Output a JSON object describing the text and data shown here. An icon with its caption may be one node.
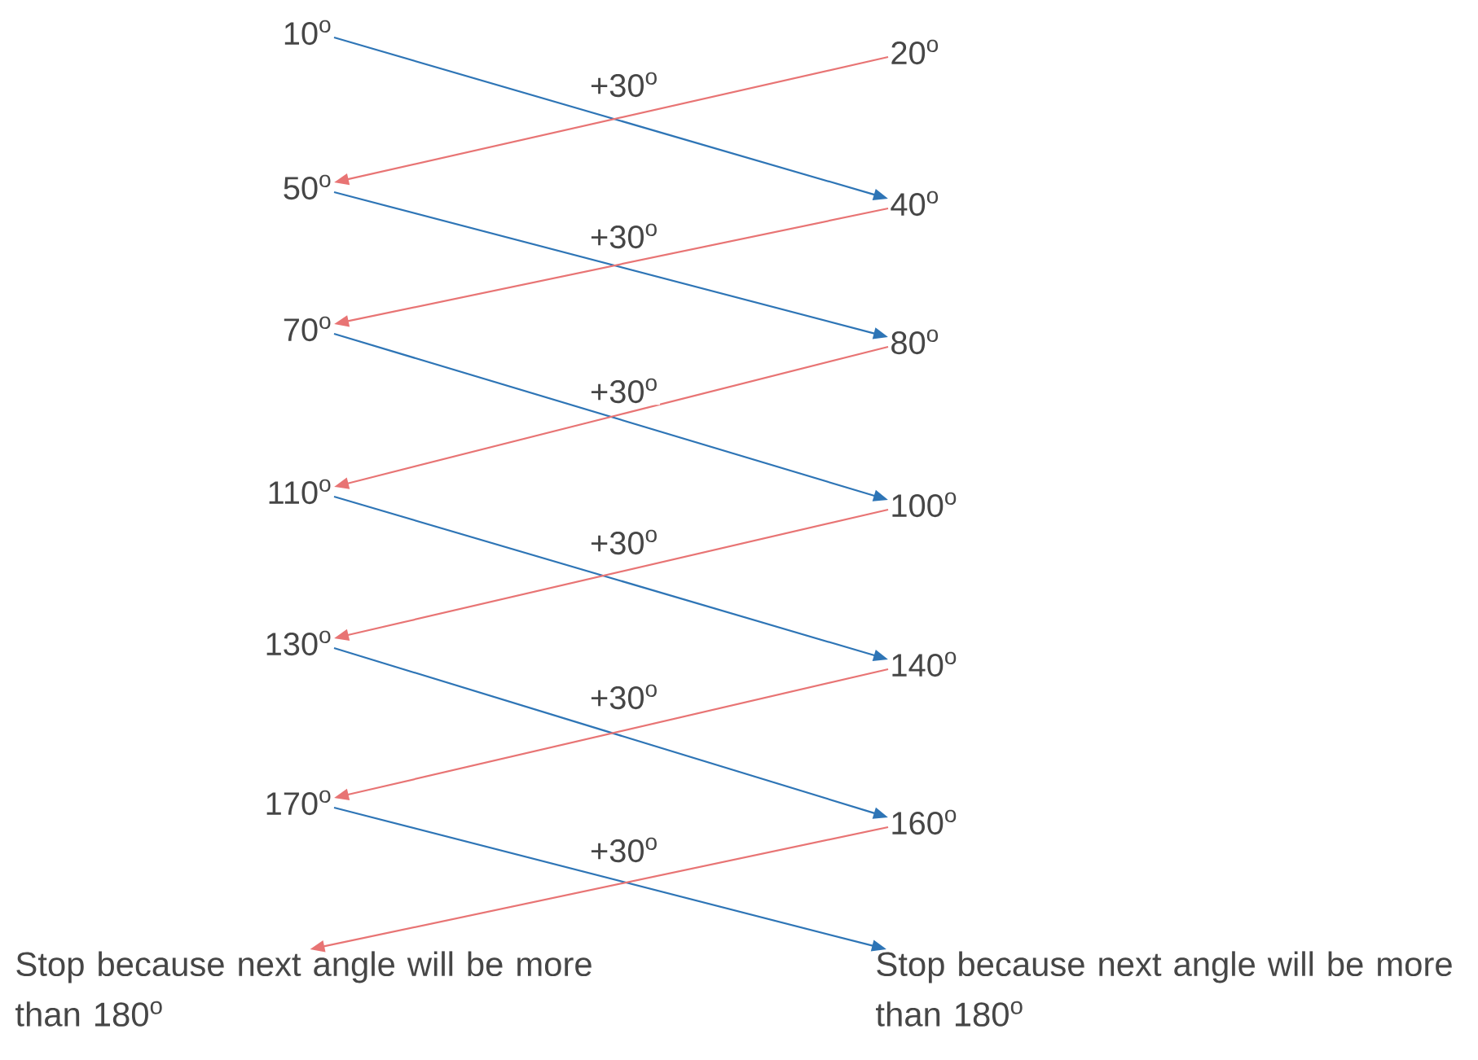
{
  "diagram": {
    "nodes": [
      {
        "text": [
          "10$^{o}$"
        ]
      },
      {
        "text": [
          "20$^{o}$"
        ]
      },
      {
        "text": [
          "50$^{o}$"
        ]
      },
      {
        "text": [
          "40$^{o}$"
        ]
      },
      {
        "text": [
          "70$^{o}$"
        ]
      },
      {
        "text": [
          "80$^{o}$"
        ]
      },
      {
        "text": [
          "110$^{o}$"
        ]
      },
      {
        "text": [
          "100$^{o}$"
        ]
      },
      {
        "text": [
          "130$^{o}$"
        ]
      },
      {
        "text": [
          "140$^{o}$"
        ]
      },
      {
        "text": [
          "170$^{o}$"
        ]
      },
      {
        "text": [
          "160$^{o}$"
        ]
      },
      {
        "text": [
          "Stop because next angle will be more than 180$^{o}$"
        ]
      },
      {
        "text": [
          "Stop because next angle will be more than 180$^{o}$"
        ]
      }
    ],
    "edges": [
      {
        "from": 0,
        "to": 3,
        "arrow": "to",
        "label": "+30$^{o}$",
        "color": "#2e75b6"
      },
      {
        "from": 1,
        "to": 2,
        "arrow": "to",
        "color": "#e87474"
      },
      {
        "from": 2,
        "to": 5,
        "arrow": "to",
        "label": "+30$^{o}$",
        "color": "#2e75b6"
      },
      {
        "from": 3,
        "to": 4,
        "arrow": "to",
        "color": "#e87474"
      },
      {
        "from": 4,
        "to": 7,
        "arrow": "to",
        "label": "+30$^{o}$",
        "color": "#2e75b6"
      },
      {
        "from": 5,
        "to": 6,
        "arrow": "to",
        "color": "#e87474"
      },
      {
        "from": 6,
        "to": 9,
        "arrow": "to",
        "label": "+30$^{o}$",
        "color": "#2e75b6"
      },
      {
        "from": 7,
        "to": 8,
        "arrow": "to",
        "color": "#e87474"
      },
      {
        "from": 8,
        "to": 11,
        "arrow": "to",
        "label": "+30$^{o}$",
        "color": "#2e75b6"
      },
      {
        "from": 9,
        "to": 10,
        "arrow": "to",
        "color": "#e87474"
      },
      {
        "from": 10,
        "to": 13,
        "arrow": "to",
        "label": "+30$^{o}$",
        "color": "#2e75b6"
      },
      {
        "from": 11,
        "to": 12,
        "arrow": "to",
        "color": "#e87474"
      }
    ]
  }
}
